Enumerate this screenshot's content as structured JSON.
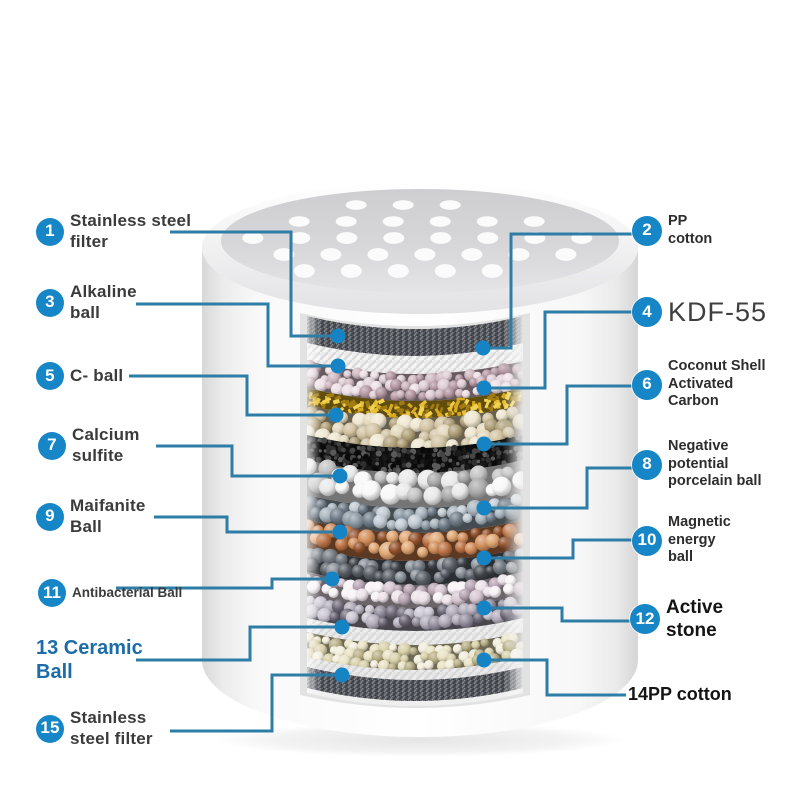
{
  "colors": {
    "badge_blue": "#1786c6",
    "line_teal": "#2e7da7",
    "dot_blue": "#1583c4",
    "label_text": "#3b3b3b",
    "ceramic_label_blue": "#1b6ca8",
    "kdf_label_gray": "#3f3f3f",
    "cylinder_white": "#fdfdfd",
    "cylinder_top_gray": "#d6d6d8"
  },
  "callouts": {
    "c1": {
      "num": "1",
      "lines": [
        "Stainless steel",
        "filter"
      ]
    },
    "c2": {
      "num": "2",
      "lines": [
        "PP",
        "cotton"
      ]
    },
    "c3": {
      "num": "3",
      "lines": [
        "Alkaline",
        "ball"
      ]
    },
    "c4": {
      "num": "4",
      "lines": [
        "KDF-55"
      ]
    },
    "c5": {
      "num": "5",
      "lines": [
        "C- ball"
      ]
    },
    "c6": {
      "num": "6",
      "lines": [
        "Coconut Shell",
        "Activated",
        "Carbon"
      ]
    },
    "c7": {
      "num": "7",
      "lines": [
        "Calcium",
        "sulfite"
      ]
    },
    "c8": {
      "num": "8",
      "lines": [
        "Negative",
        "potential",
        "porcelain ball"
      ]
    },
    "c9": {
      "num": "9",
      "lines": [
        "Maifanite",
        "Ball"
      ]
    },
    "c10": {
      "num": "10",
      "lines": [
        "Magnetic",
        "energy",
        "ball"
      ]
    },
    "c11": {
      "num": "11",
      "lines": [
        "Antibacterial Ball"
      ]
    },
    "c12": {
      "num": "12",
      "lines": [
        "Active",
        "stone"
      ]
    },
    "c13": {
      "num": "13",
      "lines": [
        "13 Ceramic",
        "Ball"
      ]
    },
    "c14": {
      "num": "14",
      "lines": [
        "14PP cotton"
      ]
    },
    "c15": {
      "num": "15",
      "lines": [
        "Stainless",
        "steel filter"
      ]
    }
  },
  "cartridge": {
    "layers": [
      {
        "name": "stainless-steel-filter-mesh-top",
        "style": "mesh",
        "colors": [
          "#5a5d63",
          "#8a8e95",
          "#3a3c40"
        ]
      },
      {
        "name": "pp-cotton-top",
        "style": "fiber",
        "colors": [
          "#efefef",
          "#d7d7d7"
        ]
      },
      {
        "name": "alkaline-balls",
        "style": "balls",
        "colors": [
          "#cdb6be",
          "#dfcdd5",
          "#b295a0",
          "#ecdfe5"
        ]
      },
      {
        "name": "kdf-55-chips",
        "style": "chips",
        "colors": [
          "#d8ab1f",
          "#f1d253",
          "#a37c10",
          "#e7bf35"
        ]
      },
      {
        "name": "c-balls",
        "style": "balls",
        "colors": [
          "#d0c2a0",
          "#e2d7ba",
          "#ac9c74",
          "#eee6cf"
        ]
      },
      {
        "name": "coconut-shell-activated-carbon",
        "style": "granules",
        "colors": [
          "#1a1a1a",
          "#303030",
          "#454545",
          "#0a0a0a",
          "#5a5a5a"
        ]
      },
      {
        "name": "calcium-sulfite-balls",
        "style": "balls",
        "colors": [
          "#e9e9e9",
          "#f8f8f8",
          "#c2c2c2",
          "#a8a8a8"
        ]
      },
      {
        "name": "negative-potential-porcelain-balls",
        "style": "balls",
        "colors": [
          "#8a97a2",
          "#a8b4be",
          "#6d7a86",
          "#c2cbd3"
        ]
      },
      {
        "name": "maifanite-balls",
        "style": "balls",
        "colors": [
          "#bb7143",
          "#d18e5b",
          "#91502b",
          "#dfa673"
        ]
      },
      {
        "name": "magnetic-energy-balls",
        "style": "balls",
        "colors": [
          "#565c63",
          "#71787f",
          "#3e4349",
          "#888f97"
        ]
      },
      {
        "name": "antibacterial-balls",
        "style": "balls",
        "colors": [
          "#d6c7d1",
          "#ece2e9",
          "#b7a3b2",
          "#f8f2f6"
        ]
      },
      {
        "name": "active-stone-balls",
        "style": "balls",
        "colors": [
          "#928c9b",
          "#b3adbb",
          "#6b6574",
          "#ccc7d3"
        ]
      },
      {
        "name": "pp-cotton-mid",
        "style": "fiber",
        "colors": [
          "#ededed",
          "#d6d6d6"
        ]
      },
      {
        "name": "ceramic-balls",
        "style": "balls",
        "colors": [
          "#d7d0a8",
          "#e8e2c3",
          "#b5ac83",
          "#f2eddb"
        ]
      },
      {
        "name": "pp-cotton-mesh-bottom",
        "style": "fiber",
        "colors": [
          "#e6e6e6",
          "#cecece"
        ]
      },
      {
        "name": "stainless-steel-filter-mesh-bottom",
        "style": "mesh",
        "colors": [
          "#5a5d63",
          "#8a8e95",
          "#3a3c40"
        ]
      }
    ]
  }
}
